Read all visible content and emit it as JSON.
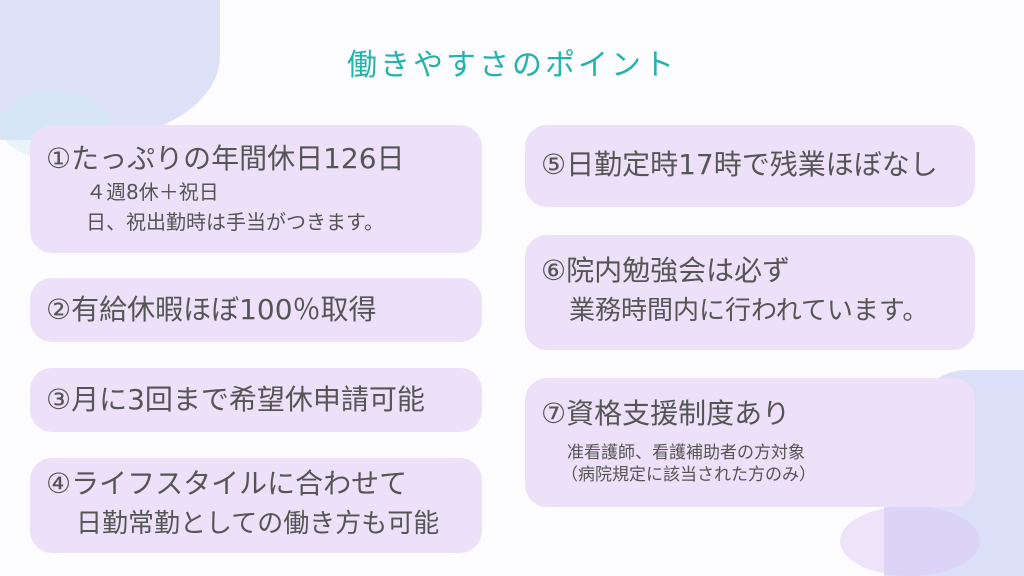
{
  "title": "働きやすさのポイント",
  "points": [
    {
      "heading": "①たっぷりの年間休日126日",
      "lines": [
        "４週8休＋祝日",
        "日、祝出勤時は手当がつきます。"
      ]
    },
    {
      "heading": "②有給休暇ほぼ100％取得"
    },
    {
      "heading": "③月に3回まで希望休申請可能"
    },
    {
      "heading": "④ライフスタイルに合わせて",
      "lines": [
        "日勤常勤としての働き方も可能"
      ]
    },
    {
      "heading": "⑤日勤定時17時で残業ほぼなし"
    },
    {
      "heading": "⑥院内勉強会は必ず",
      "lines": [
        "業務時間内に行われています。"
      ]
    },
    {
      "heading": "⑦資格支援制度あり",
      "lines": [
        "准看護師、看護補助者の方対象",
        "（病院規定に該当された方のみ）"
      ]
    }
  ]
}
